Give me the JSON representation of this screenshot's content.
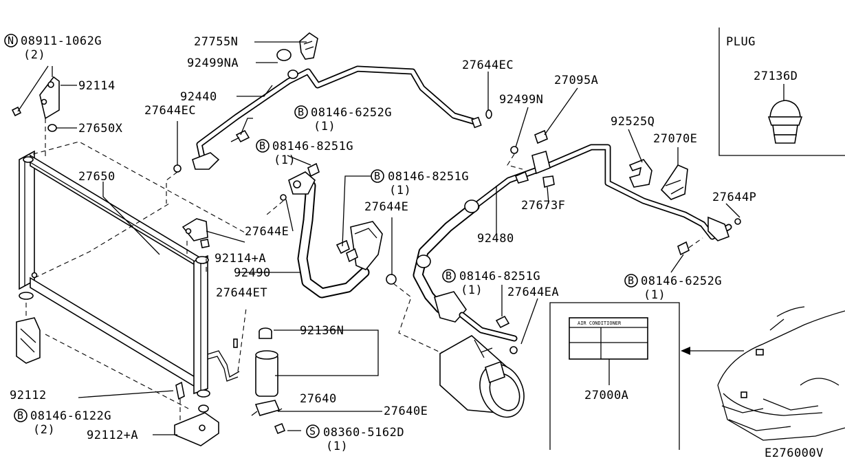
{
  "labels": {
    "n_08911": "08911-1062G",
    "n_08911_qty": "(2)",
    "p_92114": "92114",
    "p_27650X": "27650X",
    "p_27650": "27650",
    "p_27644EC_a": "27644EC",
    "p_92114A": "92114+A",
    "p_27644ET": "27644ET",
    "p_92112": "92112",
    "b_08146_6122G": "08146-6122G",
    "b_08146_6122G_qty": "(2)",
    "p_92112A": "92112+A",
    "p_27755N": "27755N",
    "p_92499NA": "92499NA",
    "p_92440": "92440",
    "b_08146_6252G_a": "08146-6252G",
    "b_08146_6252G_a_qty": "(1)",
    "b_08146_8251G_a": "08146-8251G",
    "b_08146_8251G_a_qty": "(1)",
    "p_27644E_a": "27644E",
    "p_92490": "92490",
    "b_08146_8251G_b": "08146-8251G",
    "b_08146_8251G_b_qty": "(1)",
    "p_27644E_b": "27644E",
    "p_92136N": "92136N",
    "p_27640": "27640",
    "p_27640E": "27640E",
    "s_08360": "08360-5162D",
    "s_08360_qty": "(1)",
    "p_27644EC_b": "27644EC",
    "p_92499N": "92499N",
    "p_27095A": "27095A",
    "p_92480": "92480",
    "p_27673F": "27673F",
    "p_92525Q": "92525Q",
    "p_27070E": "27070E",
    "p_27644P": "27644P",
    "b_08146_6252G_b": "08146-6252G",
    "b_08146_6252G_b_qty": "(1)",
    "b_08146_8251G_c": "08146-8251G",
    "b_08146_8251G_c_qty": "(1)",
    "p_27644EA": "27644EA",
    "p_27000A": "27000A",
    "plug_title": "PLUG",
    "p_27136D": "27136D",
    "figure_code": "E276000V",
    "sticker_title": "AIR CONDITIONER"
  },
  "markers": {
    "n": "N",
    "b": "B",
    "s": "S"
  }
}
